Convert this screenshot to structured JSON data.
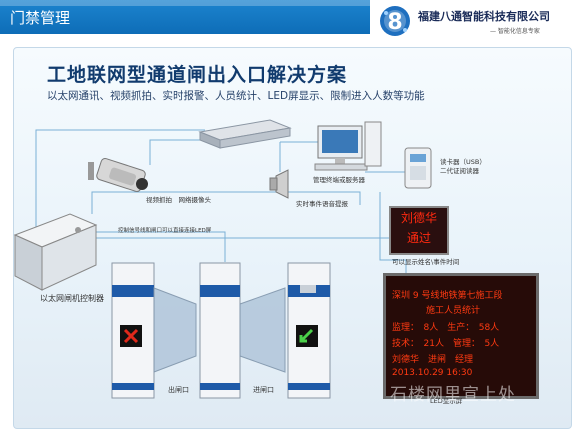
{
  "header": {
    "section_label": "门禁管理",
    "company_name": "福建八通智能科技有限公司",
    "slogan": "— 智能化信息专家"
  },
  "diagram": {
    "title": "工地联网型通道闸出入口解决方案",
    "subtitle": "以太网通讯、视频抓拍、实时报警、人员统计、LED屏显示、限制进入人数等功能",
    "labels": {
      "camera": "视频抓拍　网络摄像头",
      "server": "管理终端或服务器",
      "alarm": "实时事件语音提报",
      "card_reader": "读卡器（USB）\n二代证阅读器",
      "controller": "以太网闸机控制器",
      "cable_note": "控制信号线和闸口可以直接连接LED屏",
      "exit": "出闸口",
      "entry": "进闸口",
      "name_screen_note": "可以显示姓名\\事件时间",
      "board_caption": "LED显示屏"
    },
    "name_screen": [
      "刘德华",
      "通过"
    ],
    "led_board": [
      "深圳 9 号线地铁第七施工段",
      "施工人员统计",
      "监理：　8人　生产：　58人",
      "技术：　21人　管理：　5人",
      "刘德华　进闸　经理",
      "2013.10.29 16:30"
    ],
    "watermark": "石楼网里宣上处"
  },
  "colors": {
    "header_blue": "#1478c4",
    "title_navy": "#113b6e",
    "led_red": "#ff2a10"
  }
}
